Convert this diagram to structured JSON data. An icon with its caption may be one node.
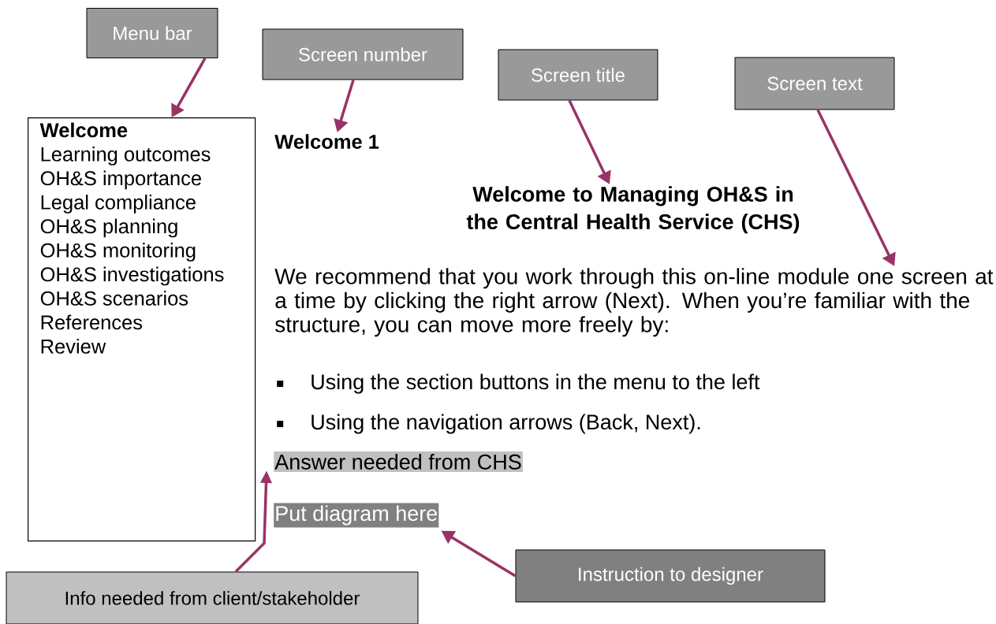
{
  "diagram": {
    "nodes": [
      {
        "text": [
          "Menu bar"
        ]
      },
      {
        "text": [
          "Screen number"
        ]
      },
      {
        "text": [
          "Screen title"
        ]
      },
      {
        "text": [
          "Screen text"
        ]
      },
      {
        "text": [
          "Welcome",
          "Learning outcomes",
          "OH&S importance",
          "Legal compliance",
          "OH&S planning",
          "OH&S monitoring",
          "OH&S investigations",
          "OH&S scenarios",
          "References",
          "Review"
        ]
      },
      {
        "text": [
          "Welcome 1"
        ]
      },
      {
        "text": [
          "Welcome to Managing OH&S in the Central Health Service (CHS)"
        ]
      },
      {
        "text": [
          "We recommend that you work through this on-line module one screen at a time by clicking the right arrow (Next).  When you’re familiar with the structure, you can move more freely by:"
        ]
      },
      {
        "text": [
          "Answer needed from CHS"
        ]
      },
      {
        "text": [
          "Put diagram here"
        ]
      },
      {
        "text": [
          "Instruction to designer"
        ]
      },
      {
        "text": [
          "Info needed from client/stakeholder"
        ]
      }
    ],
    "edges": [
      {
        "from": 0,
        "to": 4,
        "arrow": "to"
      },
      {
        "from": 1,
        "to": 5,
        "arrow": "to"
      },
      {
        "from": 2,
        "to": 6,
        "arrow": "to"
      },
      {
        "from": 3,
        "to": 7,
        "arrow": "to"
      },
      {
        "from": 11,
        "to": 8,
        "arrow": "to"
      },
      {
        "from": 10,
        "to": 9,
        "arrow": "to"
      }
    ],
    "labels": [
      "Using the section buttons in the menu to the left",
      "Using the navigation arrows (Back, Next)."
    ]
  }
}
